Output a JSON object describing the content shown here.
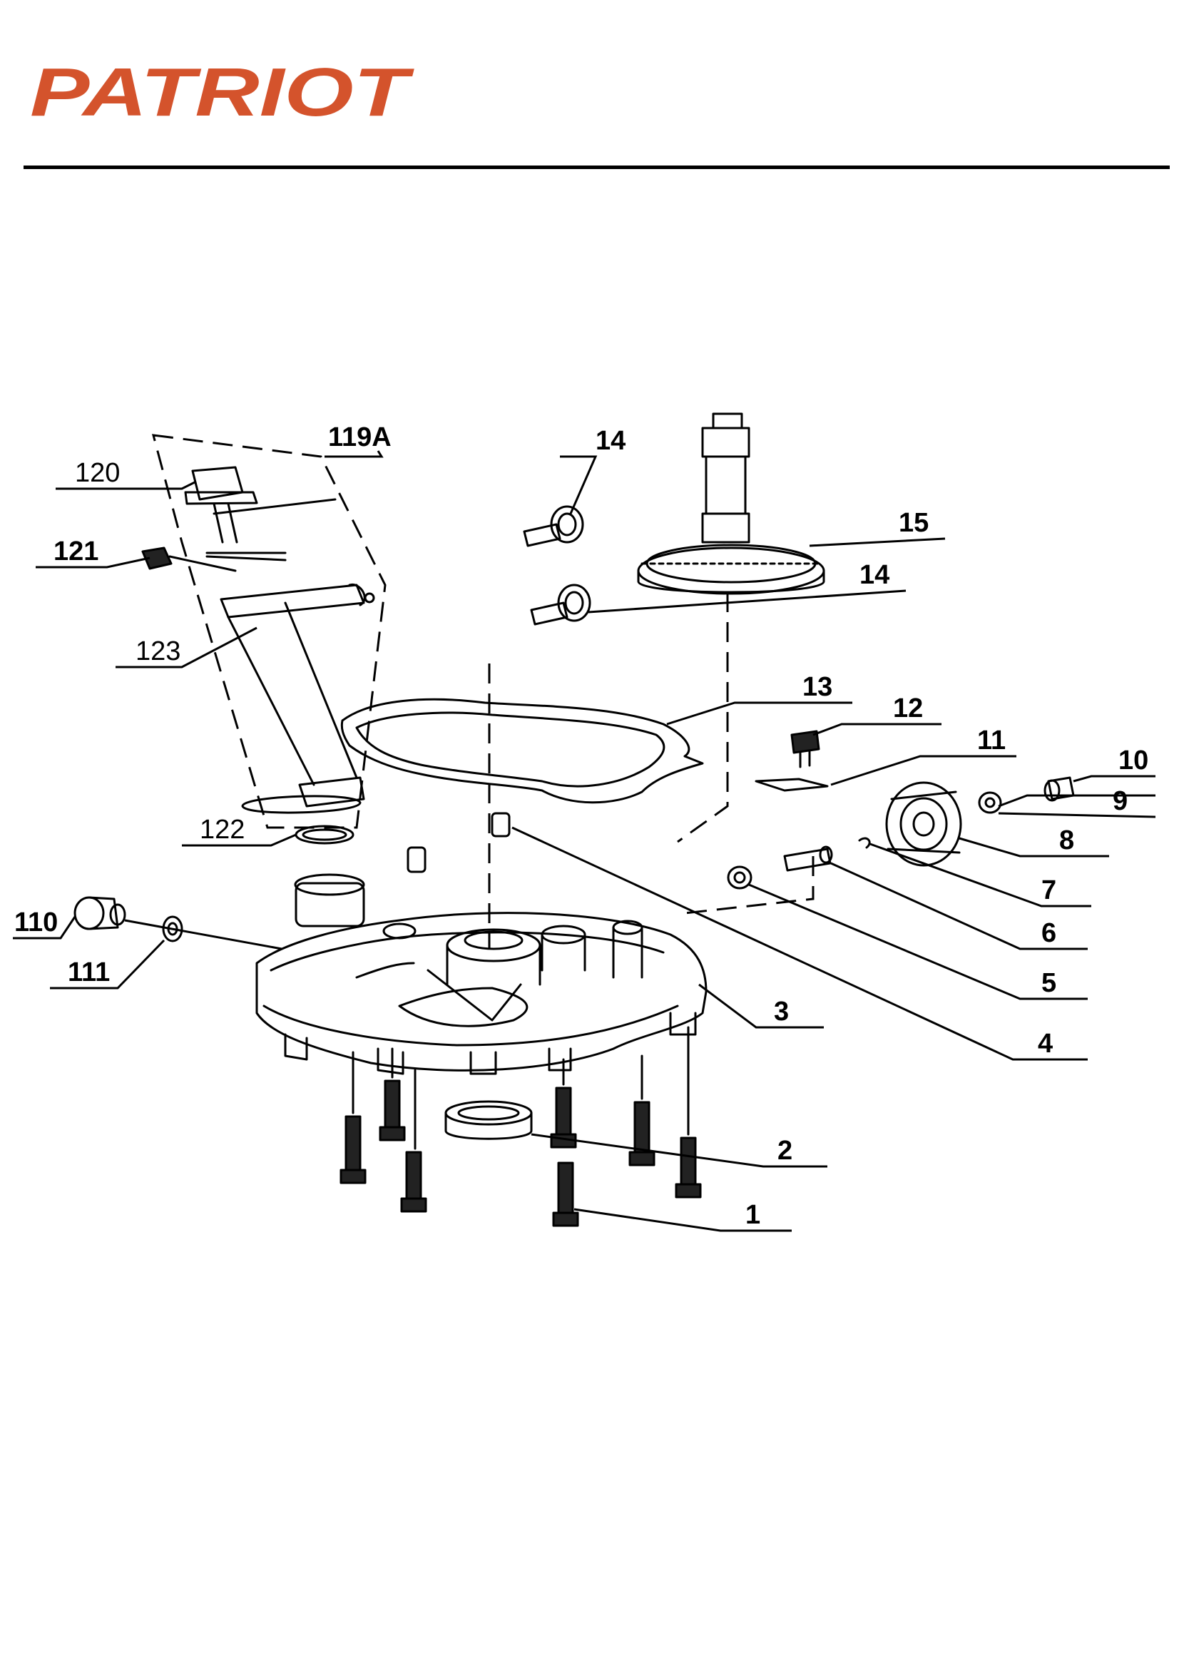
{
  "brand": {
    "logo_text": "PATRIOT",
    "logo_color": "#D4532C"
  },
  "labels": {
    "p1": "1",
    "p2": "2",
    "p3": "3",
    "p4": "4",
    "p5": "5",
    "p6": "6",
    "p7": "7",
    "p8": "8",
    "p9": "9",
    "p10": "10",
    "p11": "11",
    "p12": "12",
    "p13": "13",
    "p14a": "14",
    "p14b": "14",
    "p15": "15",
    "p110": "110",
    "p111": "111",
    "p119a": "119A",
    "p120": "120",
    "p121": "121",
    "p122": "122",
    "p123": "123"
  }
}
